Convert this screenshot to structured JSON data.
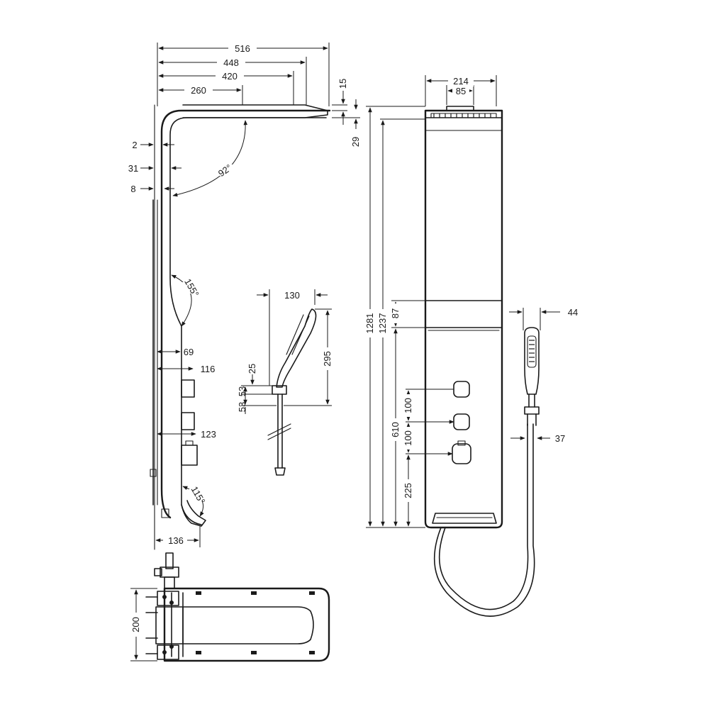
{
  "dimensions": {
    "side_width_516": "516",
    "side_width_448": "448",
    "side_width_420": "420",
    "side_width_260": "260",
    "head_thickness_15": "15",
    "head_offset_29": "29",
    "wall_gap_2": "2",
    "wall_gap_31": "31",
    "wall_gap_8": "8",
    "head_angle": "92°",
    "bend_angle_upper": "155°",
    "depth_69": "69",
    "depth_116": "116",
    "depth_123": "123",
    "bend_angle_lower": "115°",
    "base_depth_136": "136",
    "front_width_214": "214",
    "front_width_85": "85",
    "height_1281": "1281",
    "height_1237": "1237",
    "height_87": "87",
    "height_610": "610",
    "spacing_100_upper": "100",
    "spacing_100_lower": "100",
    "height_225": "225",
    "handshower_width_44": "44",
    "handshower_holder_37": "37",
    "handshower_offset_130": "130",
    "handshower_length_295": "295",
    "holder_25": "25",
    "holder_53_upper": "53",
    "holder_53_lower": "53",
    "plan_depth_200": "200"
  }
}
